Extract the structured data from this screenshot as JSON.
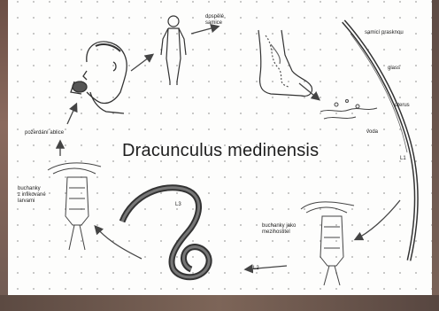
{
  "title": "Dracunculus medinensis",
  "labels": {
    "human_drinking": "požerdání ablice",
    "adult_worms": "dospělé\nsamice",
    "female": "samicí prasknou",
    "glass": "glass",
    "uterus": "uterus",
    "water": "voda",
    "stage_l1_top": "L1",
    "copepod_upper": "buchanky\nz infikované\nlarvami",
    "copepod_lower": "buchanky jako\nmezihostitel",
    "larva_l3": "L3",
    "larva_l2": "L2"
  }
}
